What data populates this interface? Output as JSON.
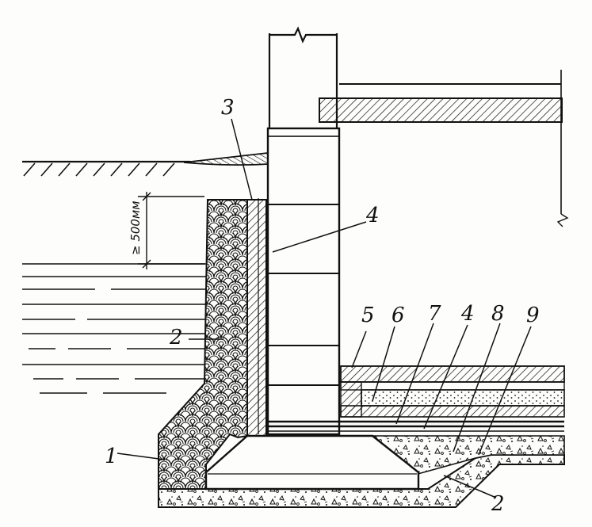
{
  "diagram": {
    "callouts": {
      "c1": "1",
      "c2a": "2",
      "c2b": "2",
      "c3": "3",
      "c4a": "4",
      "c4b": "4",
      "c5": "5",
      "c6": "6",
      "c7": "7",
      "c8": "8",
      "c9": "9"
    },
    "dimension": "≥ 500мм"
  }
}
